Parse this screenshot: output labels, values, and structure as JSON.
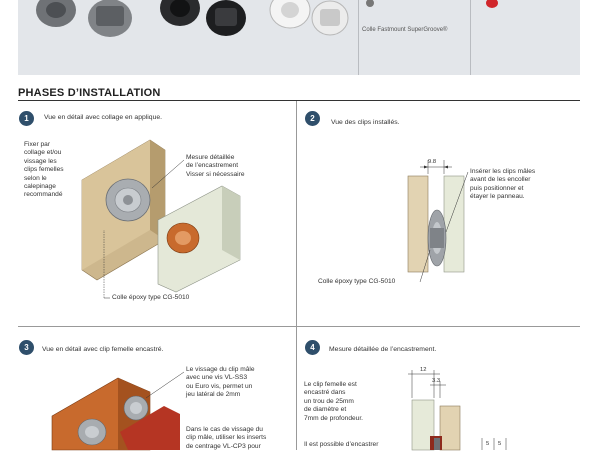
{
  "top_band": {
    "caption": "Colle Fastmount SuperGroove®"
  },
  "section": {
    "title": "PHASES D’INSTALLATION"
  },
  "steps": [
    {
      "number": "1",
      "title": "Vue en détail avec collage en applique.",
      "notes": [
        "Fixer par",
        "collage et/ou",
        "vissage les",
        "clips femelles",
        "selon le",
        "calepinage",
        "recommandé"
      ],
      "callout_measure": [
        "Mesure détaillée",
        "de l’encastrement",
        "Visser si nécessaire"
      ],
      "callout_glue": "Colle époxy type CG-5010"
    },
    {
      "number": "2",
      "title": "Vue des clips installés.",
      "dimension": "9.8",
      "notes": [
        "Insérer les clips mâles",
        "avant de les encoller",
        "puis positionner et",
        "étayer le panneau."
      ],
      "callout_glue": "Colle époxy type CG-5010"
    },
    {
      "number": "3",
      "title": "Vue en détail avec clip femelle encastré.",
      "notes_a": [
        "Le vissage du clip mâle",
        "avec une vis VL-SS3",
        "ou Euro vis, permet un",
        "jeu latéral de 2mm"
      ],
      "notes_b": [
        "Dans le cas de vissage du",
        "clip mâle, utiliser les inserts",
        "de centrage VL-CP3 pour"
      ]
    },
    {
      "number": "4",
      "title": "Mesure détaillée de l’encastrement.",
      "dim_top": "12",
      "dim_mid": "3.3",
      "dim_side_a": "5",
      "dim_side_b": "5",
      "notes_a": [
        "Le clip femelle est",
        "encastré dans",
        "un trou de 25mm",
        "de diamètre et",
        "7mm de profondeur."
      ],
      "notes_b": [
        "Il est possible d’encastrer"
      ]
    }
  ],
  "colors": {
    "step_badge": "#2f4f6b",
    "band": "#e3e6ea",
    "wood_light": "#d9c9a5",
    "wood_orange": "#c86a2d",
    "clip_red": "#c23a1f"
  }
}
